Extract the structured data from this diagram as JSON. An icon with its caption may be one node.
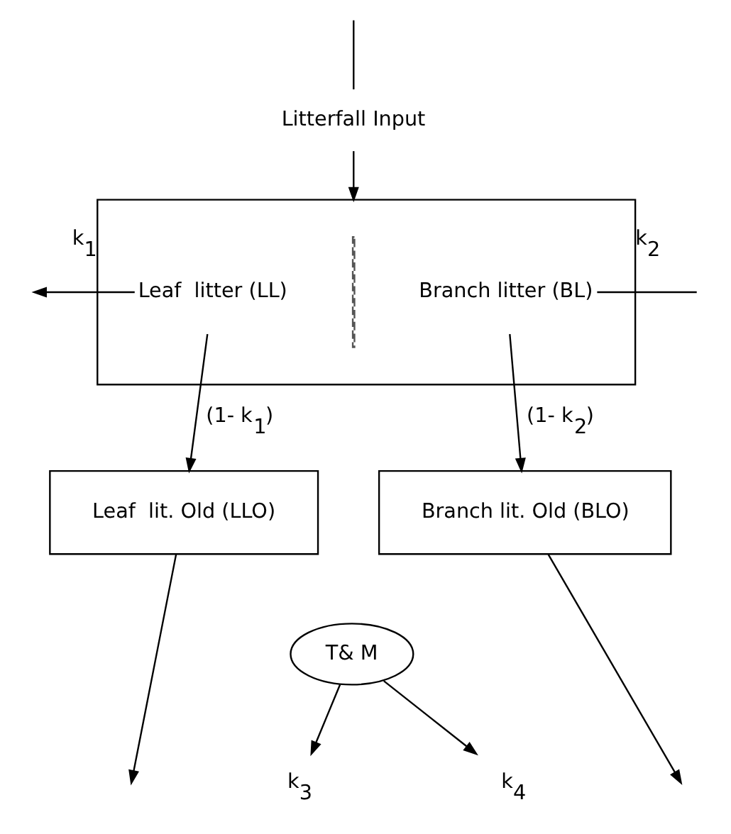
{
  "diagram": {
    "nodes": [
      {
        "text": [],
        "shape": "box"
      },
      {
        "text": [
          "Leaf  litter (LL)"
        ],
        "in": 0
      },
      {
        "text": [
          "Branch litter (BL)"
        ],
        "in": 0
      },
      {
        "text": [
          "Litterfall Input"
        ]
      },
      {
        "text": [
          "Leaf  lit. Old (LLO)"
        ]
      },
      {
        "text": [
          "Branch lit. Old (BLO)"
        ]
      },
      {
        "text": [
          "T& M"
        ]
      },
      {
        "text": [
          "k$_{3}$"
        ]
      },
      {
        "text": [
          "k$_{4}$"
        ]
      }
    ],
    "edges": [
      {
        "from": null,
        "to": 3,
        "arrow": "none"
      },
      {
        "from": 3,
        "to": 0,
        "arrow": "to"
      },
      {
        "from": 1,
        "to": null,
        "arrow": "to",
        "label": "k$_{1}$"
      },
      {
        "from": null,
        "to": 2,
        "arrow": "none",
        "label": "k$_{2}$"
      },
      {
        "from": 1,
        "to": 4,
        "arrow": "to",
        "label": "(1- k$_{1}$)"
      },
      {
        "from": 2,
        "to": 5,
        "arrow": "to",
        "label": "(1- k$_{2}$)"
      },
      {
        "from": 6,
        "to": 7,
        "arrow": "to"
      },
      {
        "from": 6,
        "to": 8,
        "arrow": "to"
      },
      {
        "from": 4,
        "to": null,
        "arrow": "to"
      },
      {
        "from": 5,
        "to": null,
        "arrow": "to"
      }
    ]
  }
}
